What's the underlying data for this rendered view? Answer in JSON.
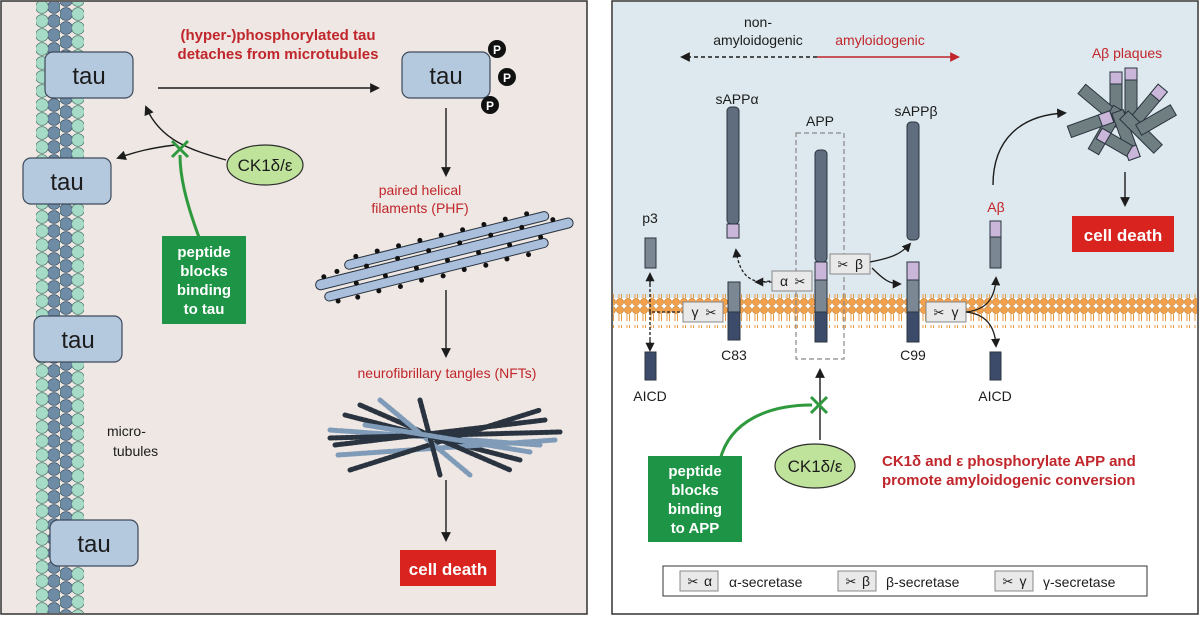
{
  "left": {
    "tau_label": "tau",
    "phospho_label": "P",
    "detach_line1": "(hyper-)phosphorylated tau",
    "detach_line2": "detaches from microtubules",
    "ck1_label": "CK1δ/ε",
    "peptide_line1": "peptide",
    "peptide_line2": "blocks",
    "peptide_line3": "binding",
    "peptide_line4": "to tau",
    "phf_line1": "paired helical",
    "phf_line2": "filaments (PHF)",
    "nft_label": "neurofibrillary tangles (NFTs)",
    "micro_line1": "micro-",
    "micro_line2": "tubules",
    "cell_death": "cell death"
  },
  "right": {
    "non_line1": "non-",
    "non_line2": "amyloidogenic",
    "amyloidogenic": "amyloidogenic",
    "sappa": "sAPPα",
    "app": "APP",
    "sappb": "sAPPβ",
    "abeta_plaques": "Aβ plaques",
    "p3": "p3",
    "abeta": "Aβ",
    "c83": "C83",
    "c99": "C99",
    "aicd": "AICD",
    "aicd2": "AICD",
    "alpha": "α",
    "beta": "β",
    "gamma": "γ",
    "ck1_label": "CK1δ/ε",
    "peptide_line1": "peptide",
    "peptide_line2": "blocks",
    "peptide_line3": "binding",
    "peptide_line4": "to APP",
    "ck1_note_line1": "CK1δ and ε phosphorylate APP and",
    "ck1_note_line2": "promote amyloidogenic conversion",
    "cell_death": "cell death",
    "legend": {
      "alpha_symbol": "α",
      "alpha_label": "α-secretase",
      "beta_symbol": "β",
      "beta_label": "β-secretase",
      "gamma_symbol": "γ",
      "gamma_label": "γ-secretase"
    }
  },
  "colors": {
    "left_bg": "#eee7e3",
    "right_bg": "#dde9ee",
    "membrane": "#f0a14a",
    "tau_box": "#b4c8de",
    "green": "#2f9a3d",
    "red": "#c0262b",
    "protein": "#5f6d7e",
    "lilac": "#c9b6d8"
  }
}
